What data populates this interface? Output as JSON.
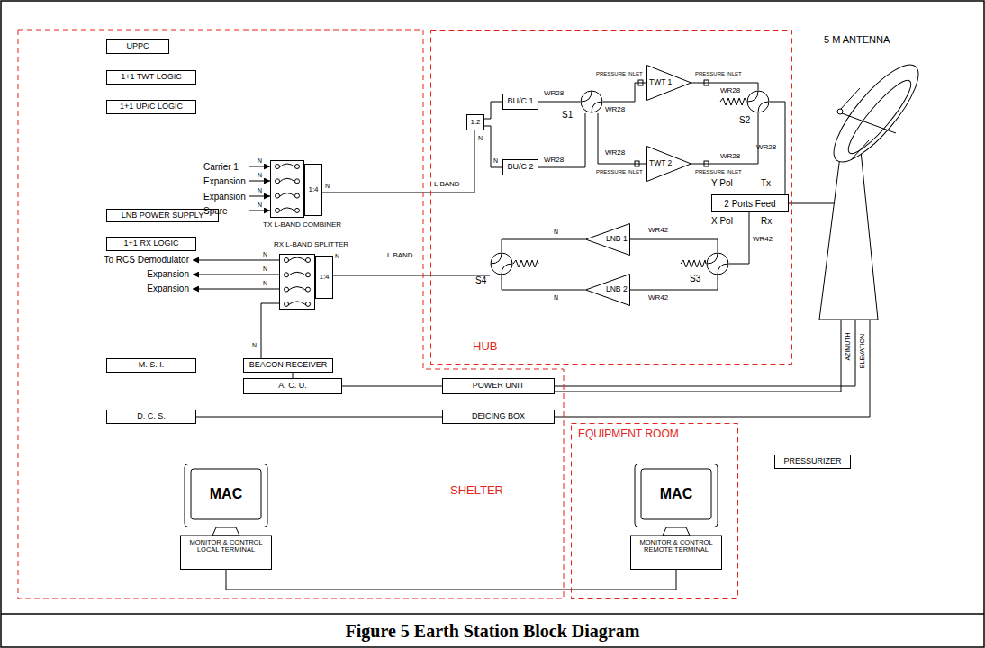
{
  "diagram": {
    "caption": "Figure 5 Earth Station Block Diagram",
    "nodes": [
      {
        "text": [
          "SHELTER"
        ]
      },
      {
        "text": [
          "UPPC"
        ],
        "in": 0
      },
      {
        "text": [
          "1+1 TWT LOGIC"
        ],
        "in": 0
      },
      {
        "text": [
          "1+1 UP/C LOGIC"
        ],
        "in": 0
      },
      {
        "text": [
          "TX L-BAND COMBINER"
        ],
        "in": 0
      },
      {
        "text": [
          "1:4"
        ],
        "in": 0
      },
      {
        "text": [
          "LNB POWER SUPPLY"
        ],
        "in": 0
      },
      {
        "text": [
          "1+1 RX LOGIC"
        ],
        "in": 0
      },
      {
        "text": [
          "RX L-BAND SPLITTER"
        ],
        "in": 0
      },
      {
        "text": [
          "1:4"
        ],
        "in": 0
      },
      {
        "text": [
          "M. S. I."
        ],
        "in": 0
      },
      {
        "text": [
          "BEACON RECEIVER"
        ],
        "in": 0
      },
      {
        "text": [
          "A. C. U."
        ],
        "in": 0
      },
      {
        "text": [
          "D. C. S."
        ],
        "in": 0
      },
      {
        "text": [
          "POWER UNIT"
        ],
        "in": 0
      },
      {
        "text": [
          "DEICING BOX"
        ],
        "in": 0
      },
      {
        "text": [
          "MAC",
          "MONITOR & CONTROL LOCAL TERMINAL"
        ],
        "in": 0
      },
      {
        "text": [
          "HUB"
        ]
      },
      {
        "text": [
          "1:2"
        ],
        "in": 17
      },
      {
        "text": [
          "BU/C 1"
        ],
        "in": 17
      },
      {
        "text": [
          "BU/C 2"
        ],
        "in": 17
      },
      {
        "text": [
          "S1"
        ],
        "in": 17
      },
      {
        "text": [
          "TWT 1"
        ],
        "in": 17
      },
      {
        "text": [
          "TWT 2"
        ],
        "in": 17
      },
      {
        "text": [
          "S2"
        ],
        "in": 17
      },
      {
        "text": [
          "2 Ports Feed"
        ],
        "in": 17
      },
      {
        "text": [
          "S3"
        ],
        "in": 17
      },
      {
        "text": [
          "LNB 1"
        ],
        "in": 17
      },
      {
        "text": [
          "LNB 2"
        ],
        "in": 17
      },
      {
        "text": [
          "S4"
        ],
        "in": 17
      },
      {
        "text": [
          "EQUIPMENT ROOM"
        ]
      },
      {
        "text": [
          "MAC",
          "MONITOR & CONTROL REMOTE TERMINAL"
        ],
        "in": 30
      },
      {
        "text": [
          "5 M ANTENNA"
        ]
      },
      {
        "text": [
          "PRESSURIZER"
        ]
      }
    ],
    "edges": [
      {
        "from": 5,
        "to": 18,
        "arrow": "none"
      },
      {
        "from": 18,
        "to": 19,
        "arrow": "none"
      },
      {
        "from": 18,
        "to": 20,
        "arrow": "none"
      },
      {
        "from": 19,
        "to": 21,
        "arrow": "none"
      },
      {
        "from": 20,
        "to": 21,
        "arrow": "none"
      },
      {
        "from": 21,
        "to": 22,
        "arrow": "none"
      },
      {
        "from": 21,
        "to": 23,
        "arrow": "none"
      },
      {
        "from": 22,
        "to": 24,
        "arrow": "none"
      },
      {
        "from": 23,
        "to": 24,
        "arrow": "none"
      },
      {
        "from": 24,
        "to": 25,
        "arrow": "none"
      },
      {
        "from": 25,
        "to": 32,
        "arrow": "none"
      },
      {
        "from": 25,
        "to": 26,
        "arrow": "none"
      },
      {
        "from": 26,
        "to": 27,
        "arrow": "none"
      },
      {
        "from": 26,
        "to": 28,
        "arrow": "none"
      },
      {
        "from": 27,
        "to": 29,
        "arrow": "none"
      },
      {
        "from": 28,
        "to": 29,
        "arrow": "none"
      },
      {
        "from": 29,
        "to": 9,
        "arrow": "none"
      },
      {
        "from": 8,
        "to": 11,
        "arrow": "none"
      },
      {
        "from": 11,
        "to": 12,
        "arrow": "none"
      },
      {
        "from": 12,
        "to": 14,
        "arrow": "none"
      },
      {
        "from": 14,
        "to": 32,
        "arrow": "none"
      },
      {
        "from": 13,
        "to": 15,
        "arrow": "none"
      },
      {
        "from": 15,
        "to": 32,
        "arrow": "none"
      },
      {
        "from": 16,
        "to": 31,
        "arrow": "none"
      }
    ],
    "labels": [
      "Carrier 1",
      "Expansion",
      "Expansion",
      "Spare",
      "N",
      "N",
      "N",
      "N",
      "N",
      "L BAND",
      "N",
      "N",
      "WR28",
      "WR28",
      "WR28",
      "WR28",
      "WR28",
      "WR28",
      "WR28",
      "PRESSURE INLET",
      "PRESSURE INLET",
      "PRESSURE INLET",
      "PRESSURE INLET",
      "Y Pol",
      "Tx",
      "X Pol",
      "Rx",
      "WR42",
      "WR42",
      "WR42",
      "N",
      "N",
      "L BAND",
      "N",
      "To RCS Demodulator",
      "Expansion",
      "Expansion",
      "N",
      "N",
      "N",
      "N",
      "AZIMUTH",
      "ELEVATION"
    ]
  }
}
